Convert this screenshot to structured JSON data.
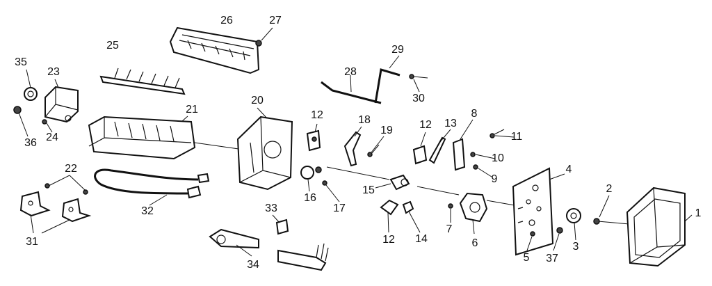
{
  "callouts": {
    "c1": "1",
    "c2": "2",
    "c3": "3",
    "c4": "4",
    "c5": "5",
    "c6": "6",
    "c7": "7",
    "c8": "8",
    "c9": "9",
    "c10": "10",
    "c11": "11",
    "c12a": "12",
    "c12b": "12",
    "c12c": "12",
    "c13": "13",
    "c14": "14",
    "c15": "15",
    "c16": "16",
    "c17": "17",
    "c18": "18",
    "c19": "19",
    "c20": "20",
    "c21": "21",
    "c22": "22",
    "c23": "23",
    "c24": "24",
    "c25": "25",
    "c26": "26",
    "c27": "27",
    "c28": "28",
    "c29": "29",
    "c30": "30",
    "c31": "31",
    "c32": "32",
    "c33": "33",
    "c34": "34",
    "c35": "35",
    "c36": "36",
    "c37": "37"
  },
  "colors": {
    "ink": "#111111",
    "paper": "#ffffff"
  }
}
